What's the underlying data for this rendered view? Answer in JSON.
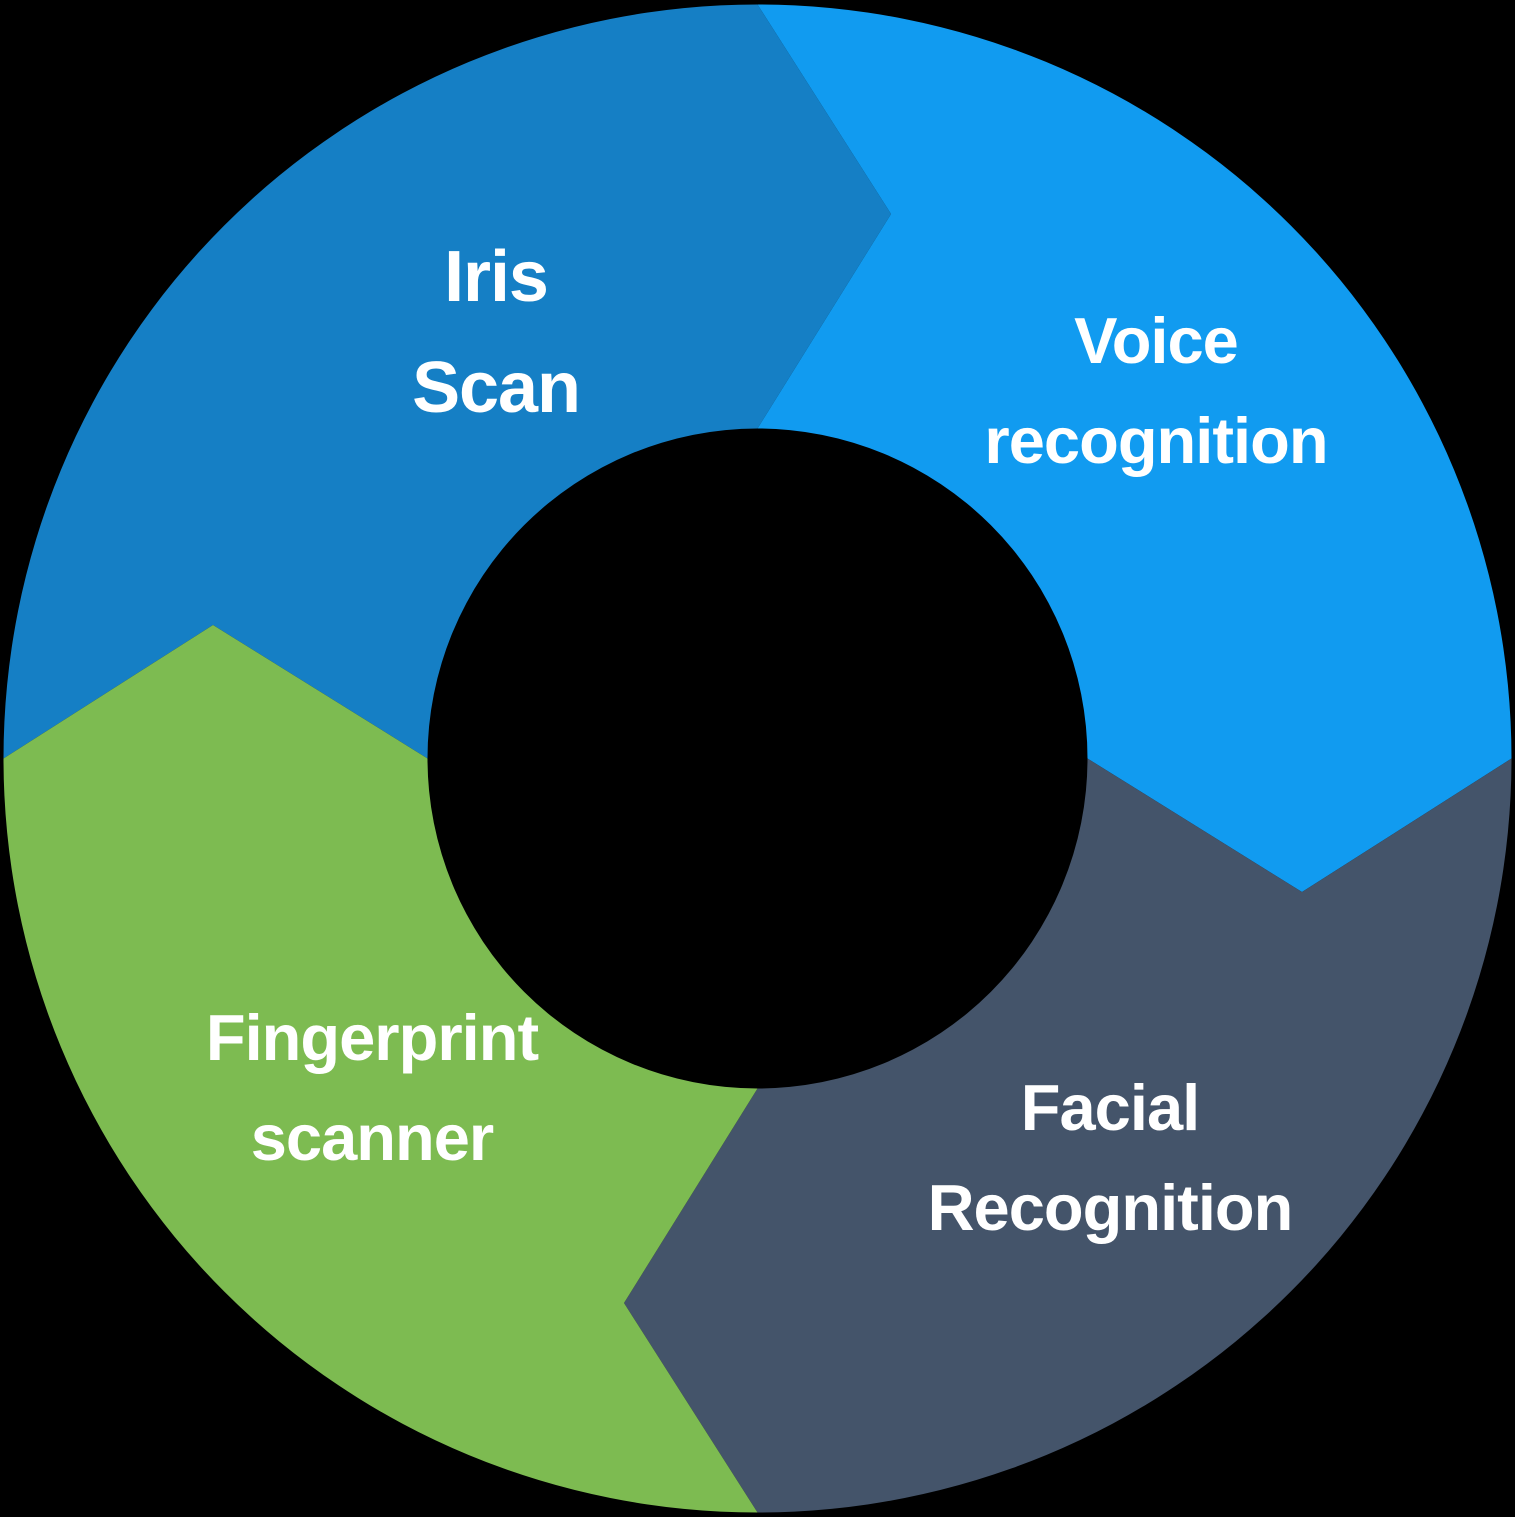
{
  "diagram": {
    "type": "cycle-diagram",
    "direction": "clockwise",
    "background_color": "#000000",
    "label_text_color": "#FFFFFF",
    "segments": [
      {
        "id": "iris-scan",
        "label_line1": "Iris",
        "label_line2": "Scan",
        "color": "#157FC5",
        "position": "top-left"
      },
      {
        "id": "voice-recognition",
        "label_line1": "Voice",
        "label_line2": "recognition",
        "color": "#119BF0",
        "position": "top-right"
      },
      {
        "id": "facial-recognition",
        "label_line1": "Facial",
        "label_line2": "Recognition",
        "color": "#44546A",
        "position": "bottom-right"
      },
      {
        "id": "fingerprint-scanner",
        "label_line1": "Fingerprint",
        "label_line2": "scanner",
        "color": "#7DBB51",
        "position": "bottom-left"
      }
    ]
  }
}
